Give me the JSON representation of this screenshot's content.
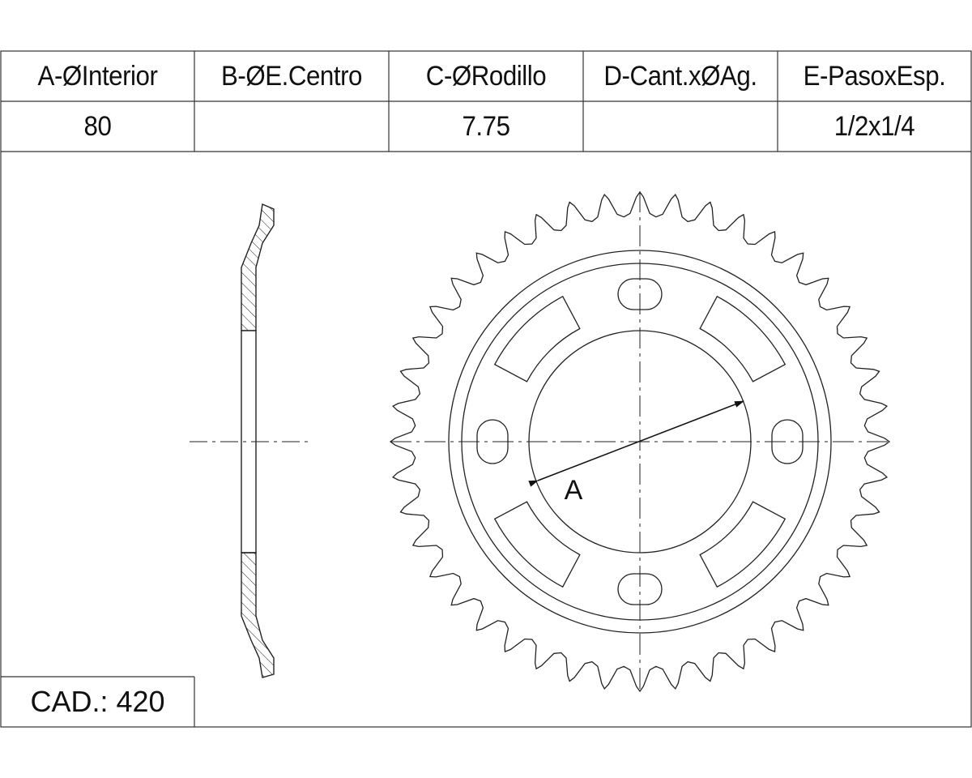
{
  "spec_table": {
    "headers": [
      "A-ØInterior",
      "B-ØE.Centro",
      "C-ØRodillo",
      "D-Cant.xØAg.",
      "E-PasoxEsp."
    ],
    "values": [
      "80",
      "",
      "7.75",
      "",
      "1/2x1/4"
    ]
  },
  "drawing": {
    "dimension_label": "A",
    "tooth_count": 44,
    "window_count": 4,
    "slot_count": 4
  },
  "footer": {
    "cad_label": "CAD.: 420"
  }
}
